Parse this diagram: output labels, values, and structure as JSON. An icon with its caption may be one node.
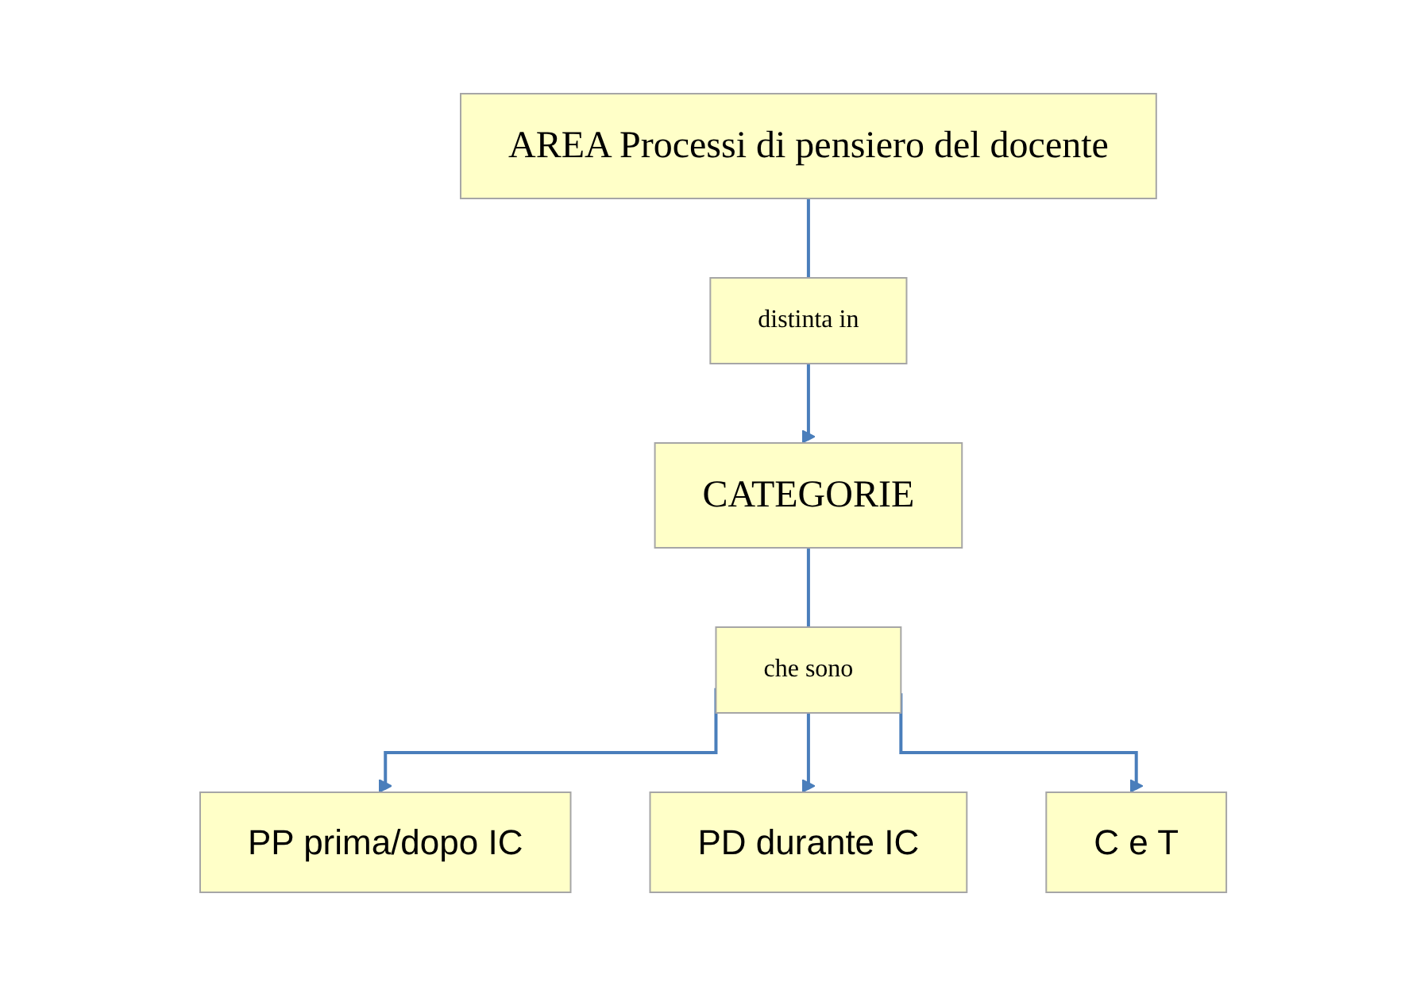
{
  "diagram": {
    "nodes": [
      {
        "text": [
          "AREA Processi di pensiero  del docente"
        ]
      },
      {
        "text": [
          "distinta in"
        ]
      },
      {
        "text": [
          "CATEGORIE"
        ]
      },
      {
        "text": [
          "che sono"
        ]
      },
      {
        "text": [
          "PP prima/dopo IC"
        ]
      },
      {
        "text": [
          "PD durante IC"
        ]
      },
      {
        "text": [
          "C e T"
        ]
      }
    ],
    "edges": [
      {
        "from": 0,
        "to": 1,
        "arrow": "none"
      },
      {
        "from": 1,
        "to": 2,
        "arrow": "to"
      },
      {
        "from": 2,
        "to": 3,
        "arrow": "none"
      },
      {
        "from": 3,
        "to": 4,
        "arrow": "to"
      },
      {
        "from": 3,
        "to": 5,
        "arrow": "to"
      },
      {
        "from": 3,
        "to": 6,
        "arrow": "to"
      }
    ]
  }
}
